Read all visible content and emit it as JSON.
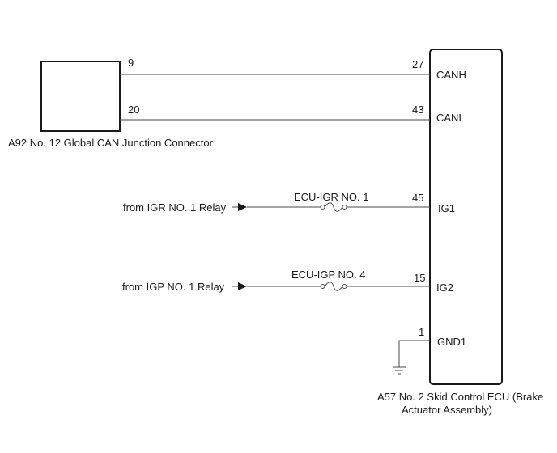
{
  "connector_a92": {
    "name": "A92  No. 12 Global CAN Junction Connector",
    "pins": [
      "9",
      "20"
    ]
  },
  "ecu_a57": {
    "name_line1": "A57  No. 2 Skid Control ECU (Brake",
    "name_line2": "Actuator Assembly)",
    "terminals": [
      {
        "pin": "27",
        "label": "CANH"
      },
      {
        "pin": "43",
        "label": "CANL"
      },
      {
        "pin": "45",
        "label": "IG1"
      },
      {
        "pin": "15",
        "label": "IG2"
      },
      {
        "pin": "1",
        "label": "GND1"
      }
    ]
  },
  "sources": {
    "igr": "from IGR NO. 1 Relay",
    "igp": "from IGP NO. 1 Relay"
  },
  "fuses": {
    "igr": "ECU-IGR NO. 1",
    "igp": "ECU-IGP NO. 4"
  }
}
